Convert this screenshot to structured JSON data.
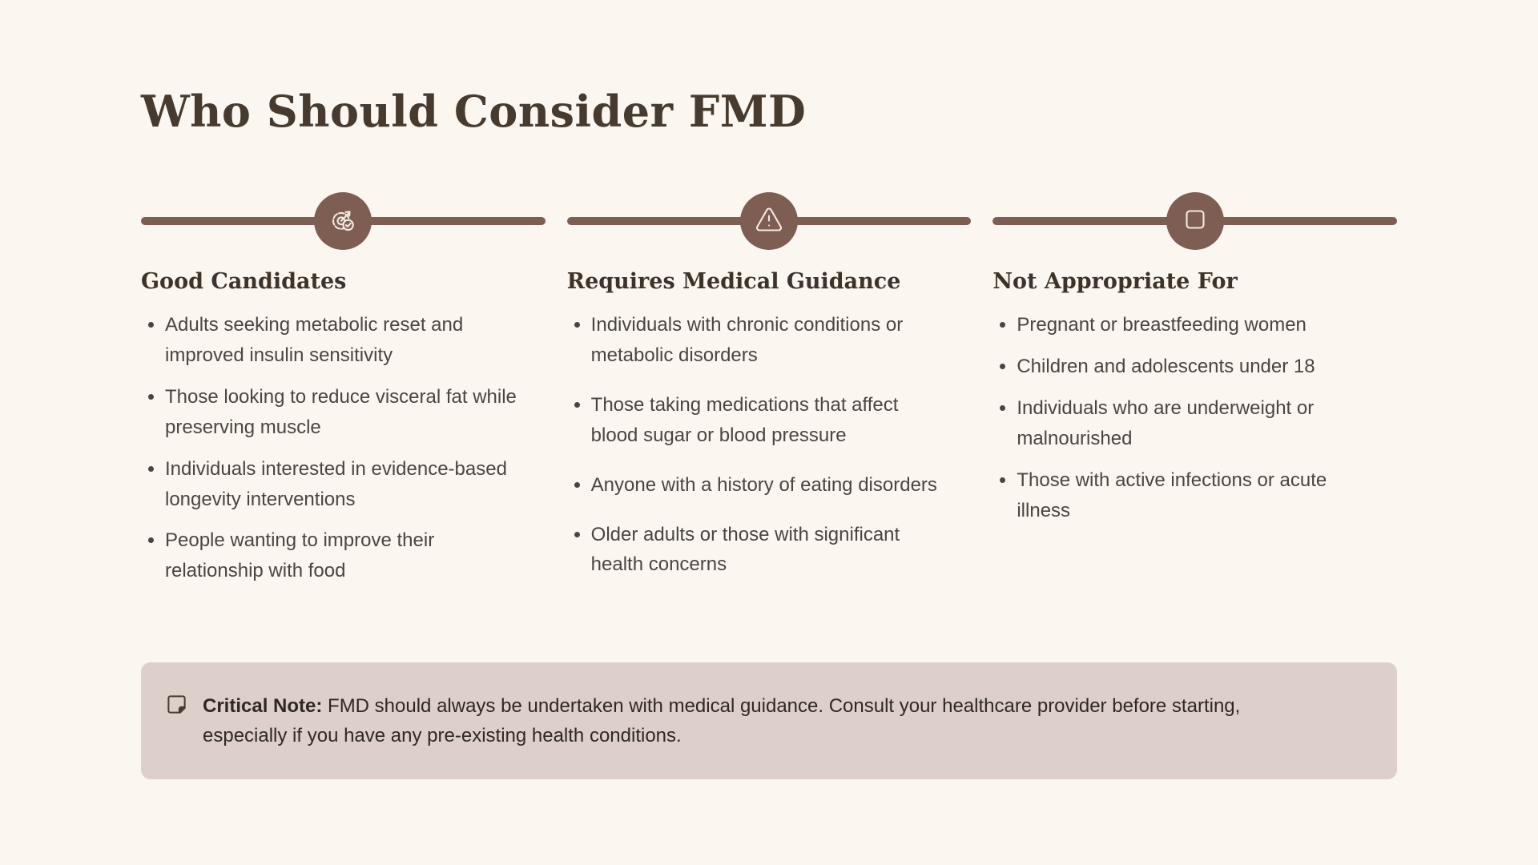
{
  "page": {
    "title": "Who Should Consider FMD"
  },
  "columns": [
    {
      "icon": "target-check-icon",
      "heading": "Good Candidates",
      "items": [
        "Adults seeking metabolic reset and improved insulin sensitivity",
        "Those looking to reduce visceral fat while preserving muscle",
        "Individuals interested in evidence-based longevity interventions",
        "People wanting to improve their relationship with food"
      ]
    },
    {
      "icon": "alert-triangle-icon",
      "heading": "Requires Medical Guidance",
      "items": [
        "Individuals with chronic conditions or metabolic disorders",
        "Those taking medications that affect blood sugar or blood pressure",
        "Anyone with a history of eating disorders",
        "Older adults or those with significant health concerns"
      ]
    },
    {
      "icon": "square-icon",
      "heading": "Not Appropriate For",
      "items": [
        "Pregnant or breastfeeding women",
        "Children and adolescents under 18",
        "Individuals who are underweight or malnourished",
        "Those with active infections or acute illness"
      ]
    }
  ],
  "critical_note": {
    "icon": "sticky-note-icon",
    "label": "Critical Note:",
    "text": "FMD should always be undertaken with medical guidance. Consult your healthcare provider before starting, especially if you have any pre-existing health conditions."
  },
  "colors": {
    "background": "#FBF6F0",
    "accent_brown": "#7E5D52",
    "icon_stroke": "#F3EAE2",
    "note_background": "#DDD0CB",
    "heading_text": "#3E3329",
    "body_text": "#4A4540",
    "note_text": "#2F2822"
  }
}
